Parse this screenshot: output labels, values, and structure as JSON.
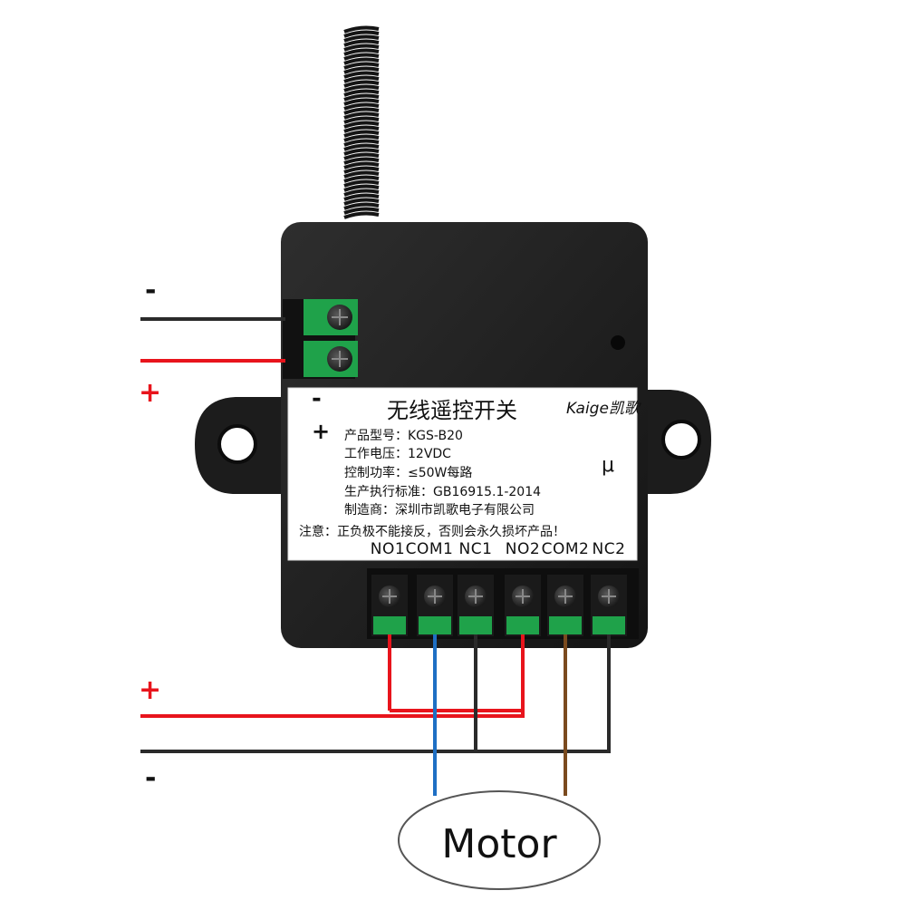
{
  "diagram": {
    "input_power": {
      "minus_sign": "-",
      "plus_sign": "+"
    },
    "label_plate": {
      "minus_sign": "-",
      "plus_sign": "+",
      "title": "无线遥控开关",
      "brand_text": "Kaige凯歌",
      "model_line": "产品型号：KGS-B20",
      "voltage_line": "工作电压：12VDC",
      "power_line": "控制功率：≤50W每路",
      "standard_line": "生产执行标准：GB16915.1-2014",
      "maker_line": "制造商：深圳市凯歌电子有限公司",
      "warning_line": "注意：正负极不能接反，否则会永久损坏产品！",
      "mu_mark": "μ"
    },
    "terminals": [
      "NO1",
      "COM1",
      "NC1",
      "NO2",
      "COM2",
      "NC2"
    ],
    "supply": {
      "plus_sign": "+",
      "minus_sign": "-"
    },
    "motor": {
      "label": "Motor"
    },
    "colors": {
      "wire_red": "#e8141c",
      "wire_black": "#2a2a2a",
      "wire_blue": "#1e6fc4",
      "wire_brown": "#7a4a1e",
      "case": "#222222",
      "terminal_green": "#1fa24a"
    }
  }
}
